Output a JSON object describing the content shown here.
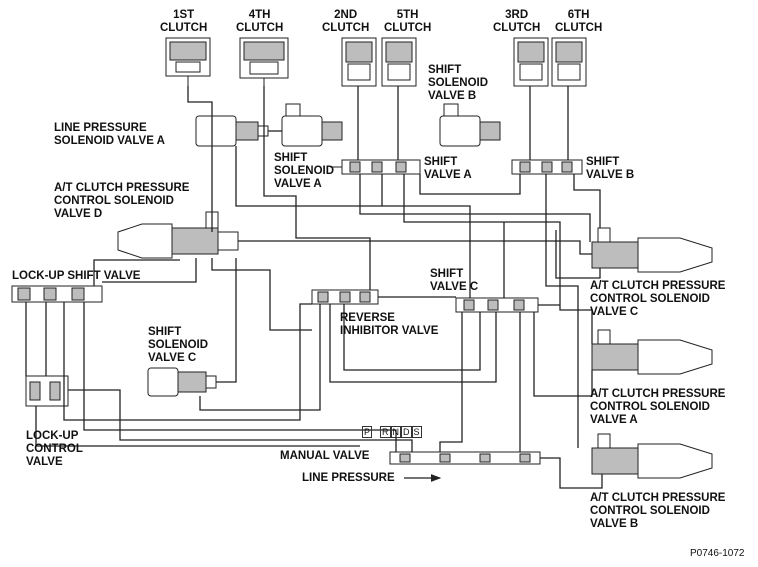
{
  "labels": {
    "clutch_1st": "1ST\nCLUTCH",
    "clutch_4th": "4TH\nCLUTCH",
    "clutch_2nd": "2ND\nCLUTCH",
    "clutch_5th": "5TH\nCLUTCH",
    "clutch_3rd": "3RD\nCLUTCH",
    "clutch_6th": "6TH\nCLUTCH",
    "shift_solenoid_b": "SHIFT\nSOLENOID\nVALVE B",
    "line_pressure_solenoid_a": "LINE PRESSURE\nSOLENOID VALVE A",
    "shift_solenoid_a": "SHIFT\nSOLENOID\nVALVE A",
    "shift_valve_a": "SHIFT\nVALVE A",
    "shift_valve_b": "SHIFT\nVALVE B",
    "atc_solenoid_d": "A/T CLUTCH PRESSURE\nCONTROL SOLENOID\nVALVE D",
    "lockup_shift_valve": "LOCK-UP SHIFT VALVE",
    "shift_valve_c": "SHIFT\nVALVE C",
    "reverse_inhibitor": "REVERSE\nINHIBITOR VALVE",
    "shift_solenoid_c": "SHIFT\nSOLENOID\nVALVE C",
    "atc_solenoid_c": "A/T CLUTCH PRESSURE\nCONTROL SOLENOID\nVALVE C",
    "atc_solenoid_a": "A/T CLUTCH PRESSURE\nCONTROL SOLENOID\nVALVE A",
    "lockup_control_valve": "LOCK-UP\nCONTROL\nVALVE",
    "manual_valve": "MANUAL VALVE",
    "line_pressure": "LINE PRESSURE",
    "atc_solenoid_b": "A/T CLUTCH PRESSURE\nCONTROL SOLENOID\nVALVE B",
    "figure_code": "P0746-1072"
  },
  "selector_positions": [
    "P",
    "R",
    "N",
    "D",
    "S"
  ],
  "colors": {
    "line": "#222222",
    "fill": "#ffffff",
    "shade": "#bdbdbd"
  }
}
